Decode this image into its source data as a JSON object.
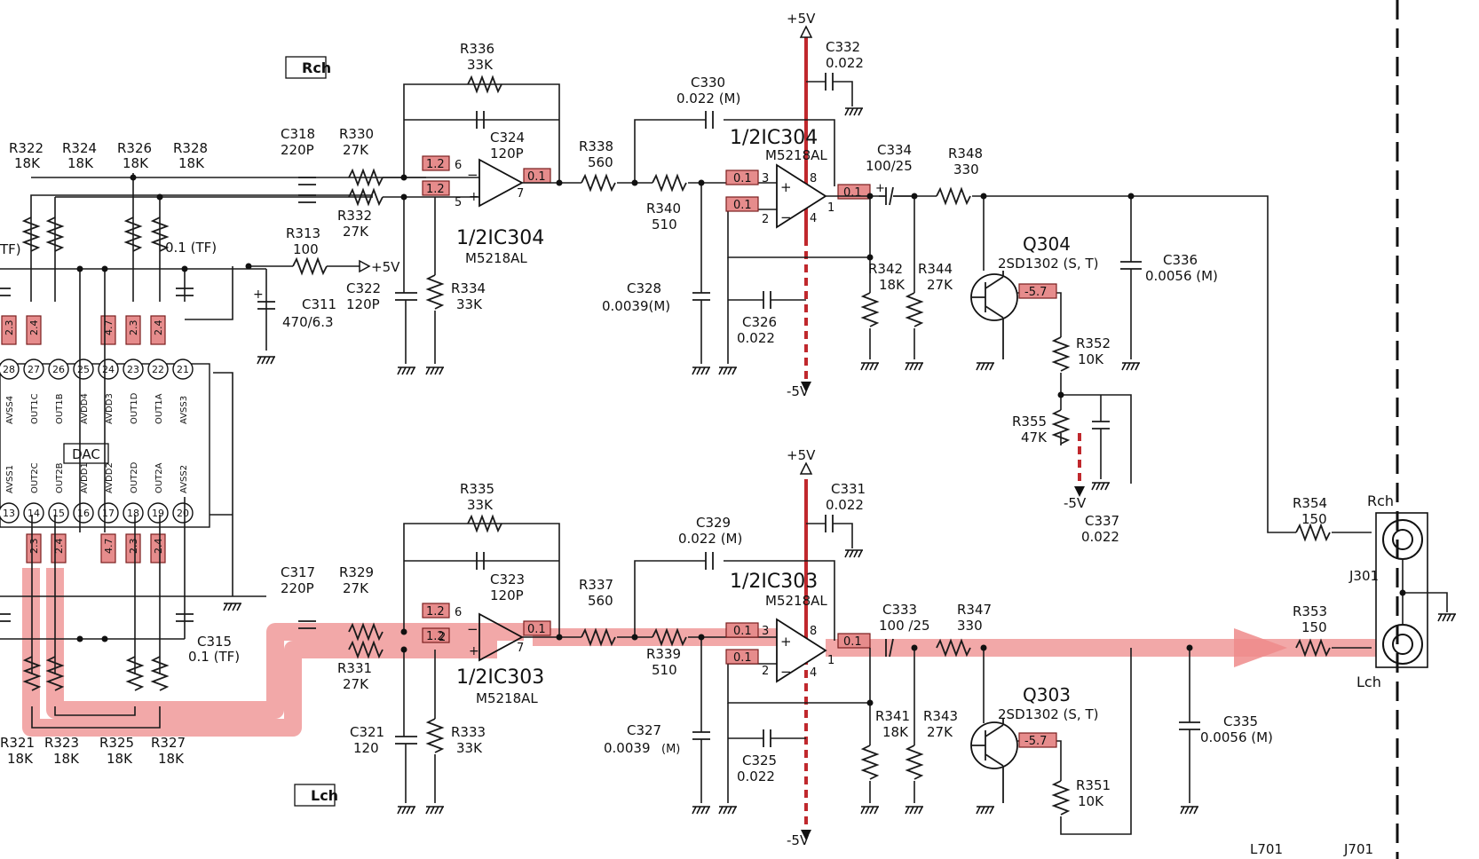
{
  "sections": {
    "rch": "Rch",
    "lch": "Lch"
  },
  "dac": {
    "label": "DAC",
    "top_pins": [
      "28",
      "27",
      "26",
      "25",
      "24",
      "23",
      "22",
      "21"
    ],
    "top_names": [
      "AVSS4",
      "OUT1C",
      "OUT1B",
      "AVDD4",
      "AVDD3",
      "OUT1D",
      "OUT1A",
      "AVSS3"
    ],
    "top_volts": [
      "2.3",
      "2.4",
      "",
      "",
      "4.7",
      "2.3",
      "2.4",
      ""
    ],
    "bot_pins": [
      "13",
      "14",
      "15",
      "16",
      "17",
      "18",
      "19",
      "20"
    ],
    "bot_names": [
      "AVSS1",
      "OUT2C",
      "OUT2B",
      "AVDD1",
      "AVDD2",
      "OUT2D",
      "OUT2A",
      "AVSS2"
    ],
    "bot_volts": [
      "",
      "2.3",
      "2.4",
      "",
      "4.7",
      "2.3",
      "2.4",
      ""
    ]
  },
  "rch_res": {
    "r322": [
      "R322",
      "18K"
    ],
    "r324": [
      "R324",
      "18K"
    ],
    "r326": [
      "R326",
      "18K"
    ],
    "r328": [
      "R328",
      "18K"
    ]
  },
  "lch_res": {
    "r321": [
      "R321",
      "18K"
    ],
    "r323": [
      "R323",
      "18K"
    ],
    "r325": [
      "R325",
      "18K"
    ],
    "r327": [
      "R327",
      "18K"
    ]
  },
  "rch": {
    "c318": [
      "C318",
      "220P"
    ],
    "r330": [
      "R330",
      "27K"
    ],
    "r332": [
      "R332",
      "27K"
    ],
    "r336": [
      "R336",
      "33K"
    ],
    "c324": [
      "C324",
      "120P"
    ],
    "c322": [
      "C322",
      "120P"
    ],
    "r334": [
      "R334",
      "33K"
    ],
    "ic_a": [
      "1/2IC304",
      "M5218AL"
    ],
    "ic_b": [
      "1/2IC304",
      "M5218AL"
    ],
    "r338": [
      "R338",
      "560"
    ],
    "r340": [
      "R340",
      "510"
    ],
    "c330": [
      "C330",
      "0.022 (M)"
    ],
    "c328": [
      "C328",
      "0.0039(M)"
    ],
    "c326": [
      "C326",
      "0.022"
    ],
    "c332": [
      "C332",
      "0.022"
    ],
    "c334": [
      "C334",
      "100/25"
    ],
    "r348": [
      "R348",
      "330"
    ],
    "r342": [
      "R342",
      "18K"
    ],
    "r344": [
      "R344",
      "27K"
    ],
    "q": [
      "Q304",
      "2SD1302 (S, T)"
    ],
    "q_volt": "-5.7",
    "c336": [
      "C336",
      "0.0056 (M)"
    ],
    "r352": [
      "R352",
      "10K"
    ],
    "r355": [
      "R355",
      "47K"
    ],
    "r313": [
      "R313",
      "100"
    ],
    "c311": [
      "C311",
      "470/6.3"
    ],
    "v_in_top": "1.2",
    "v_in_bot": "1.2",
    "v_out_a": "0.1",
    "v_b_plus": "0.1",
    "v_b_minus": "0.1",
    "v_out_b": "0.1",
    "pins_a": [
      "6",
      "5",
      "7"
    ],
    "pins_b": [
      "3",
      "2",
      "8",
      "4",
      "1"
    ]
  },
  "lch": {
    "c317": [
      "C317",
      "220P"
    ],
    "r329": [
      "R329",
      "27K"
    ],
    "r331": [
      "R331",
      "27K"
    ],
    "r335": [
      "R335",
      "33K"
    ],
    "c323": [
      "C323",
      "120P"
    ],
    "c321": [
      "C321",
      "120"
    ],
    "r333": [
      "R333",
      "33K"
    ],
    "ic_a": [
      "1/2IC303",
      "M5218AL"
    ],
    "ic_b": [
      "1/2IC303",
      "M5218AL"
    ],
    "r337": [
      "R337",
      "560"
    ],
    "r339": [
      "R339",
      "510"
    ],
    "c329": [
      "C329",
      "0.022 (M)"
    ],
    "c327": [
      "C327",
      "0.0039"
    ],
    "c327_m": "(M)",
    "c325": [
      "C325",
      "0.022"
    ],
    "c331": [
      "C331",
      "0.022"
    ],
    "c333": [
      "C333",
      "100 /25"
    ],
    "r347": [
      "R347",
      "330"
    ],
    "r341": [
      "R341",
      "18K"
    ],
    "r343": [
      "R343",
      "27K"
    ],
    "q": [
      "Q303",
      "2SD1302 (S, T)"
    ],
    "q_volt": "-5.7",
    "c335": [
      "C335",
      "0.0056 (M)"
    ],
    "r351": [
      "R351",
      "10K"
    ],
    "c315": [
      "C315",
      "0.1 (TF)"
    ],
    "v_in_top": "1.2",
    "v_in_bot": "1.2",
    "v_out_a": "0.1",
    "v_b_plus": "0.1",
    "v_b_minus": "0.1",
    "v_out_b": "0.1",
    "pins_a": [
      "6",
      "2",
      "7"
    ],
    "pins_b": [
      "3",
      "2",
      "8",
      "4",
      "1"
    ]
  },
  "misc": {
    "tf_left": "TF)",
    "tf_cap": "0.1 (TF)",
    "plus5": "+5V",
    "minus5": "-5V",
    "c337": [
      "C337",
      "0.022"
    ]
  },
  "output": {
    "r354": [
      "R354",
      "150"
    ],
    "r353": [
      "R353",
      "150"
    ],
    "j301": "J301",
    "rch": "Rch",
    "lch": "Lch",
    "l701": "L701",
    "j701": "J701"
  },
  "colors": {
    "signal_path": "#ee8b8b",
    "power_rail": "#c0282d",
    "voltage_box": "#e68c8c"
  }
}
